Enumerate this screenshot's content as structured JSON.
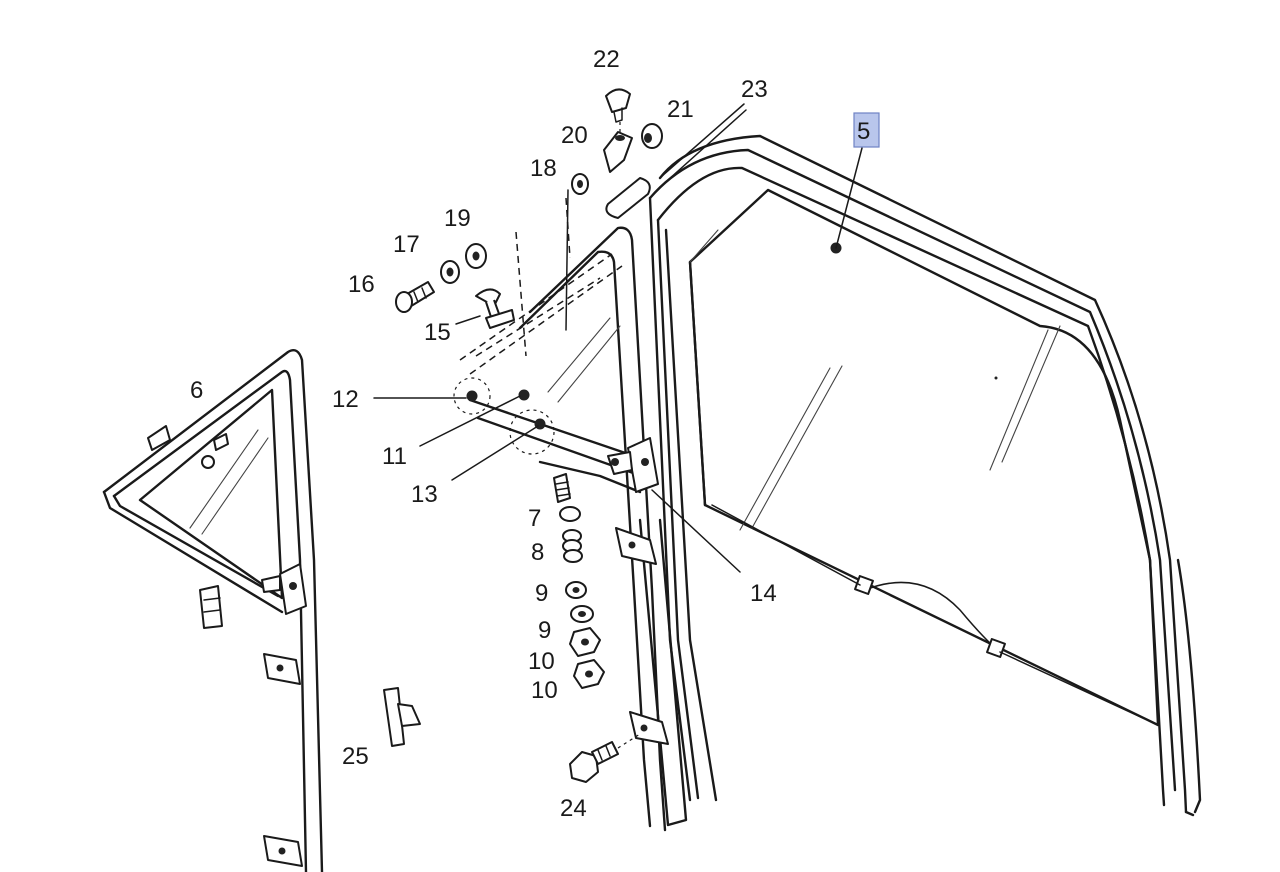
{
  "labels": {
    "p5": "5",
    "p6": "6",
    "p7": "7",
    "p8": "8",
    "p9a": "9",
    "p9b": "9",
    "p10a": "10",
    "p10b": "10",
    "p11": "11",
    "p12": "12",
    "p13": "13",
    "p14": "14",
    "p15": "15",
    "p16": "16",
    "p17": "17",
    "p18": "18",
    "p19": "19",
    "p20": "20",
    "p21": "21",
    "p22": "22",
    "p23": "23",
    "p24": "24",
    "p25": "25"
  },
  "colors": {
    "line": "#1a1a1a",
    "highlight": "#b9c6ec",
    "highlight_border": "#6f82c4",
    "background": "#ffffff"
  }
}
